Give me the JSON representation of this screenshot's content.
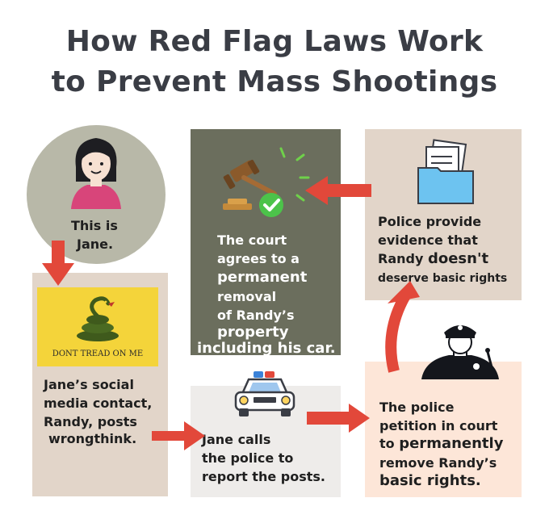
{
  "title": {
    "line1": "How Red Flag Laws Work",
    "line2": "to Prevent Mass Shootings"
  },
  "jane": {
    "line1": "This is",
    "line2": "Jane."
  },
  "flag": {
    "motto": "DONT TREAD ON ME"
  },
  "social_step": {
    "line1": "Jane’s social",
    "line2": "media contact,",
    "line3": "Randy, posts",
    "line4": "wrongthink."
  },
  "call_step": {
    "line1": "Jane calls",
    "line2": "the police to",
    "line3": "report the posts."
  },
  "petition_step": {
    "line1": "The police",
    "line2": "petition in court",
    "line3a": "to ",
    "line3b": "permanently",
    "line4": "remove Randy’s",
    "line5": "basic rights."
  },
  "evidence_step": {
    "line1": "Police provide",
    "line2": "evidence that",
    "line3a": "Randy ",
    "line3b": "doesn't",
    "line4": "deserve basic rights"
  },
  "court_step": {
    "line1": "The court",
    "line2": "agrees to a",
    "line3": "permanent",
    "line4": "removal",
    "line5": "of Randy’s",
    "line6": "property",
    "line7": "including his car."
  },
  "colors": {
    "title": "#3a3d45",
    "jane_circle": "#b8b8a8",
    "beige_panel": "#e2d5c9",
    "light_panel": "#eeecea",
    "peach_panel": "#fde6d8",
    "court_panel": "#6b6e5d",
    "arrow": "#e2483a",
    "flag_yellow": "#f4d43a"
  }
}
